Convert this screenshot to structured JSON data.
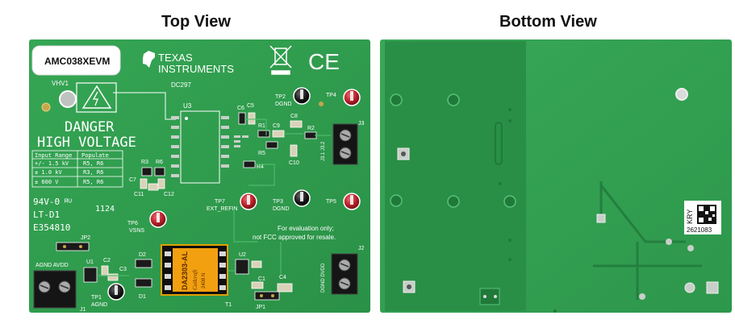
{
  "titles": {
    "top": "Top View",
    "bottom": "Bottom View"
  },
  "top_board": {
    "board_id": "AMC038XEVM",
    "brand_line1": "TEXAS",
    "brand_line2": "INSTRUMENTS",
    "board_code": "DC297",
    "vhv_label": "VHV1",
    "danger": "DANGER",
    "high_voltage": "HIGH VOLTAGE",
    "table": {
      "headers": [
        "Input Range",
        "Populate"
      ],
      "rows": [
        [
          "+/- 1.5 kV",
          "R5, R6"
        ],
        [
          "± 1.0 kV",
          "R3, R6"
        ],
        [
          "± 600 V",
          "R5, R6"
        ]
      ]
    },
    "ul_code": "94V-0",
    "lot_code": "LT-D1",
    "date_code": "1124",
    "file_no": "E354810",
    "eval_note_1": "For evaluation only;",
    "eval_note_2": "not FCC approved for resale.",
    "labels": {
      "u3": "U3",
      "c6": "C6",
      "c5": "C5",
      "r1": "R1",
      "c9": "C9",
      "c8": "C8",
      "r2": "R2",
      "r5": "R5",
      "c10": "C10",
      "r4": "R4",
      "r3": "R3",
      "r6": "R6",
      "c7": "C7",
      "c11": "C11",
      "c12": "C12",
      "tp2": "TP2",
      "dgnd": "DGND",
      "tp4": "TP4",
      "j3": "J3",
      "tp7": "TP7",
      "ext_refin": "EXT_REFIN",
      "tp3": "TP3",
      "dgnd2": "DGND",
      "tp5": "TP5",
      "tp6": "TP6",
      "vsns": "VSNS",
      "jp2": "JP2",
      "agnd_avdd": "AGND AVDD",
      "u1": "U1",
      "c2": "C2",
      "c3": "C3",
      "d2": "D2",
      "d1": "D1",
      "u2": "U2",
      "c1": "C1",
      "c4": "C4",
      "j2": "J2",
      "dgnd_dvdd": "DGND DVDD",
      "j1": "J1",
      "tp1": "TP1",
      "agnd": "AGND",
      "t1": "T1",
      "jp1": "JP1",
      "j31_j32": "J3.1 J3.2"
    },
    "transformer_text": "DA2303-AL",
    "transformer_sub": "Coilcraft",
    "transformer_date": "2408 N"
  },
  "bottom_board": {
    "label_line1": "KRY",
    "label_number": "2621083"
  },
  "colors": {
    "pcb": "#2f9e4e",
    "pcb_light": "#48b764",
    "trace": "#3aa859",
    "silk": "#ffffff",
    "red_tp": "#b8202a",
    "black_tp": "#1a1a1a"
  }
}
